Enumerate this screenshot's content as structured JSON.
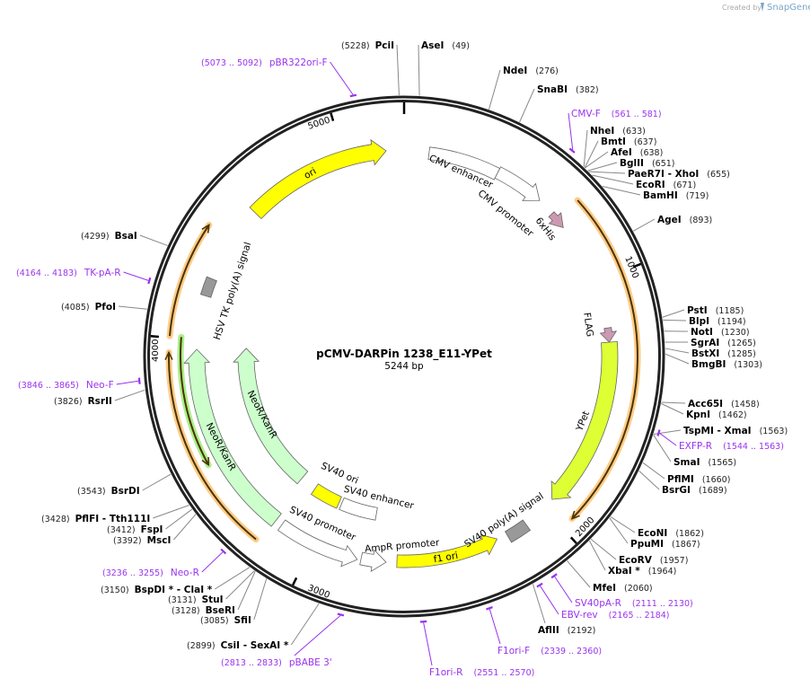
{
  "branding": {
    "created_by": "Created by",
    "logo": "SnapGene"
  },
  "plasmid": {
    "name": "pCMV-DARPin 1238_E11-YPet",
    "length": "5244 bp",
    "total_bp": 5244
  },
  "ticks": [
    "1000",
    "2000",
    "3000",
    "4000",
    "5000"
  ],
  "enzymes": [
    {
      "name": "PciI",
      "position": "(5228)",
      "bp": 5228
    },
    {
      "name": "AseI",
      "position": "(49)",
      "bp": 49
    },
    {
      "name": "NdeI",
      "position": "(276)",
      "bp": 276
    },
    {
      "name": "SnaBI",
      "position": "(382)",
      "bp": 382
    },
    {
      "name": "NheI",
      "position": "(633)",
      "bp": 633
    },
    {
      "name": "BmtI",
      "position": "(637)",
      "bp": 637
    },
    {
      "name": "AfeI",
      "position": "(638)",
      "bp": 638
    },
    {
      "name": "BglII",
      "position": "(651)",
      "bp": 651
    },
    {
      "name": "PaeR7I  - XhoI",
      "position": "(655)",
      "bp": 655
    },
    {
      "name": "EcoRI",
      "position": "(671)",
      "bp": 671
    },
    {
      "name": "BamHI",
      "position": "(719)",
      "bp": 719
    },
    {
      "name": "AgeI",
      "position": "(893)",
      "bp": 893
    },
    {
      "name": "PstI",
      "position": "(1185)",
      "bp": 1185
    },
    {
      "name": "BlpI",
      "position": "(1194)",
      "bp": 1194
    },
    {
      "name": "NotI",
      "position": "(1230)",
      "bp": 1230
    },
    {
      "name": "SgrAI",
      "position": "(1265)",
      "bp": 1265
    },
    {
      "name": "BstXI",
      "position": "(1285)",
      "bp": 1285
    },
    {
      "name": "BmgBI",
      "position": "(1303)",
      "bp": 1303
    },
    {
      "name": "Acc65I",
      "position": "(1458)",
      "bp": 1458
    },
    {
      "name": "KpnI",
      "position": "(1462)",
      "bp": 1462
    },
    {
      "name": "TspMI  - XmaI",
      "position": "(1563)",
      "bp": 1563
    },
    {
      "name": "SmaI",
      "position": "(1565)",
      "bp": 1565
    },
    {
      "name": "PflMI",
      "position": "(1660)",
      "bp": 1660
    },
    {
      "name": "BsrGI",
      "position": "(1689)",
      "bp": 1689
    },
    {
      "name": "EcoNI",
      "position": "(1862)",
      "bp": 1862
    },
    {
      "name": "PpuMI",
      "position": "(1867)",
      "bp": 1867
    },
    {
      "name": "EcoRV",
      "position": "(1957)",
      "bp": 1957
    },
    {
      "name": "XbaI *",
      "position": "(1964)",
      "bp": 1964
    },
    {
      "name": "MfeI",
      "position": "(2060)",
      "bp": 2060
    },
    {
      "name": "AflII",
      "position": "(2192)",
      "bp": 2192
    },
    {
      "name": "CsiI  - SexAI *",
      "position": "(2899)",
      "bp": 2899
    },
    {
      "name": "SfiI",
      "position": "(3085)",
      "bp": 3085
    },
    {
      "name": "BseRI",
      "position": "(3128)",
      "bp": 3128
    },
    {
      "name": "StuI",
      "position": "(3131)",
      "bp": 3131
    },
    {
      "name": "BspDI *  - ClaI *",
      "position": "(3150)",
      "bp": 3150
    },
    {
      "name": "MscI",
      "position": "(3392)",
      "bp": 3392
    },
    {
      "name": "FspI",
      "position": "(3412)",
      "bp": 3412
    },
    {
      "name": "PflFI  - Tth111I",
      "position": "(3428)",
      "bp": 3428
    },
    {
      "name": "BsrDI",
      "position": "(3543)",
      "bp": 3543
    },
    {
      "name": "RsrII",
      "position": "(3826)",
      "bp": 3826
    },
    {
      "name": "PfoI",
      "position": "(4085)",
      "bp": 4085
    },
    {
      "name": "BsaI",
      "position": "(4299)",
      "bp": 4299
    }
  ],
  "primers": [
    {
      "name": "pBR322ori-F",
      "range": "(5073 .. 5092)",
      "start": 5073,
      "end": 5092
    },
    {
      "name": "CMV-F",
      "range": "(561 .. 581)",
      "start": 561,
      "end": 581
    },
    {
      "name": "EXFP-R",
      "range": "(1544 .. 1563)",
      "start": 1544,
      "end": 1563
    },
    {
      "name": "SV40pA-R",
      "range": "(2111 .. 2130)",
      "start": 2111,
      "end": 2130
    },
    {
      "name": "EBV-rev",
      "range": "(2165 .. 2184)",
      "start": 2165,
      "end": 2184
    },
    {
      "name": "F1ori-F",
      "range": "(2339 .. 2360)",
      "start": 2339,
      "end": 2360
    },
    {
      "name": "F1ori-R",
      "range": "(2551 .. 2570)",
      "start": 2551,
      "end": 2570
    },
    {
      "name": "pBABE 3'",
      "range": "(2813 .. 2833)",
      "start": 2813,
      "end": 2833
    },
    {
      "name": "Neo-R",
      "range": "(3236 .. 3255)",
      "start": 3236,
      "end": 3255
    },
    {
      "name": "Neo-F",
      "range": "(3846 .. 3865)",
      "start": 3846,
      "end": 3865
    },
    {
      "name": "TK-pA-R",
      "range": "(4164 .. 4183)",
      "start": 4164,
      "end": 4183
    }
  ],
  "features": [
    {
      "name": "ori",
      "color": "#ffff00",
      "direction": "forward"
    },
    {
      "name": "CMV enhancer",
      "color": "#ffffff",
      "direction": "forward"
    },
    {
      "name": "CMV promoter",
      "color": "#ffffff",
      "direction": "forward"
    },
    {
      "name": "6xHis",
      "color": "#cc99b2",
      "direction": "forward"
    },
    {
      "name": "FLAG",
      "color": "#cc99b2",
      "direction": "forward"
    },
    {
      "name": "YPet",
      "color": "#ddff33",
      "direction": "forward"
    },
    {
      "name": "SV40 poly(A) signal",
      "color": "#999999",
      "direction": "none"
    },
    {
      "name": "f1 ori",
      "color": "#ffff00",
      "direction": "reverse"
    },
    {
      "name": "AmpR promoter",
      "color": "#ffffff",
      "direction": "forward"
    },
    {
      "name": "SV40 promoter",
      "color": "#ffffff",
      "direction": "forward"
    },
    {
      "name": "SV40 ori",
      "color": "#ffff00",
      "direction": "none"
    },
    {
      "name": "SV40 enhancer",
      "color": "#ffffff",
      "direction": "none"
    },
    {
      "name": "NeoR/KanR",
      "color": "#ccffcc",
      "direction": "forward"
    },
    {
      "name": "NeoR/KanR",
      "color": "#ccffcc",
      "direction": "forward"
    },
    {
      "name": "HSV TK poly(A) signal",
      "color": "#999999",
      "direction": "none"
    }
  ],
  "colors": {
    "ring": "#222222",
    "enzyme_line": "#888888",
    "primer": "#9933ee",
    "orf_halo": "#ffcc88",
    "orf_line": "#4a3300",
    "neo_halo": "#aaee88"
  }
}
